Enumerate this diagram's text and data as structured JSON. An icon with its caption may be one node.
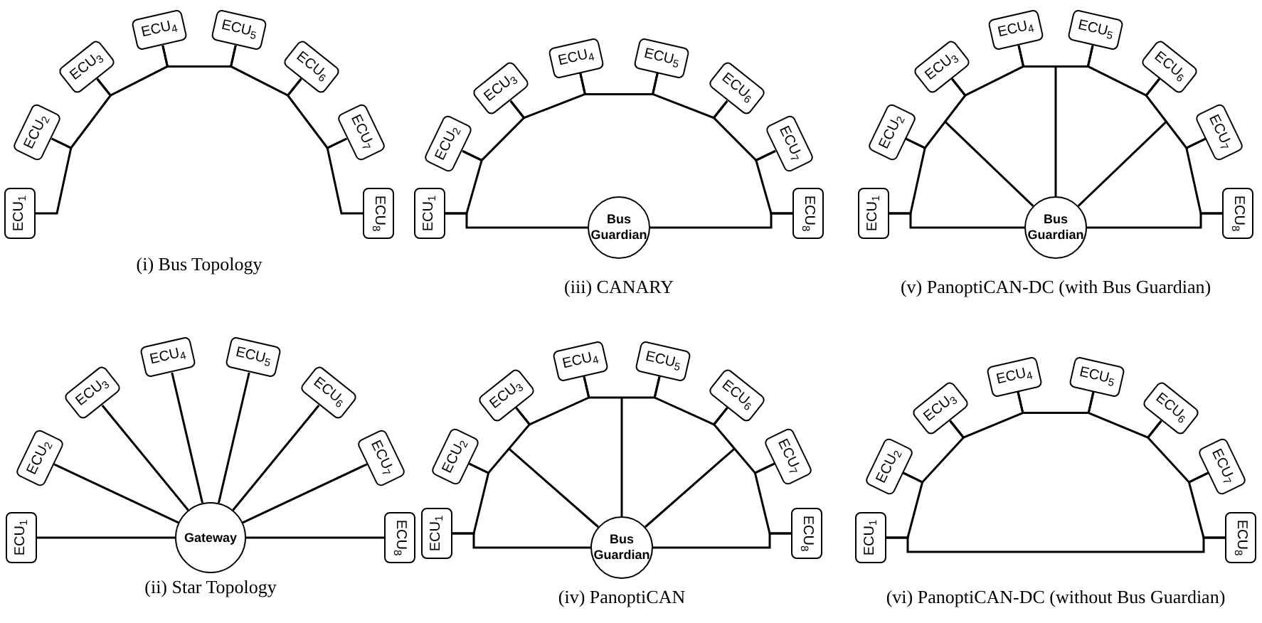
{
  "diagram": {
    "nodes": [
      {
        "text": [
          "ECU$_{1}$"
        ]
      },
      {
        "text": [
          "ECU$_{2}$"
        ]
      },
      {
        "text": [
          "ECU$_{3}$"
        ]
      },
      {
        "text": [
          "ECU$_{4}$"
        ]
      },
      {
        "text": [
          "ECU$_{5}$"
        ]
      },
      {
        "text": [
          "ECU$_{6}$"
        ]
      },
      {
        "text": [
          "ECU$_{7}$"
        ]
      },
      {
        "text": [
          "ECU$_{8}$"
        ]
      },
      {
        "text": [
          "ECU$_{1}$"
        ]
      },
      {
        "text": [
          "ECU$_{2}$"
        ]
      },
      {
        "text": [
          "ECU$_{3}$"
        ]
      },
      {
        "text": [
          "ECU$_{4}$"
        ]
      },
      {
        "text": [
          "ECU$_{5}$"
        ]
      },
      {
        "text": [
          "ECU$_{6}$"
        ]
      },
      {
        "text": [
          "ECU$_{7}$"
        ]
      },
      {
        "text": [
          "ECU$_{8}$"
        ]
      },
      {
        "text": [
          "Bus Guardian"
        ]
      },
      {
        "text": [
          "ECU$_{1}$"
        ]
      },
      {
        "text": [
          "ECU$_{2}$"
        ]
      },
      {
        "text": [
          "ECU$_{3}$"
        ]
      },
      {
        "text": [
          "ECU$_{4}$"
        ]
      },
      {
        "text": [
          "ECU$_{5}$"
        ]
      },
      {
        "text": [
          "ECU$_{6}$"
        ]
      },
      {
        "text": [
          "ECU$_{7}$"
        ]
      },
      {
        "text": [
          "ECU$_{8}$"
        ]
      },
      {
        "text": [
          "Bus Guardian"
        ]
      },
      {
        "text": [
          "ECU$_{1}$"
        ]
      },
      {
        "text": [
          "ECU$_{2}$"
        ]
      },
      {
        "text": [
          "ECU$_{3}$"
        ]
      },
      {
        "text": [
          "ECU$_{4}$"
        ]
      },
      {
        "text": [
          "ECU$_{5}$"
        ]
      },
      {
        "text": [
          "ECU$_{6}$"
        ]
      },
      {
        "text": [
          "ECU$_{7}$"
        ]
      },
      {
        "text": [
          "ECU$_{8}$"
        ]
      },
      {
        "text": [
          "Gateway"
        ]
      },
      {
        "text": [
          "ECU$_{1}$"
        ]
      },
      {
        "text": [
          "ECU$_{2}$"
        ]
      },
      {
        "text": [
          "ECU$_{3}$"
        ]
      },
      {
        "text": [
          "ECU$_{4}$"
        ]
      },
      {
        "text": [
          "ECU$_{5}$"
        ]
      },
      {
        "text": [
          "ECU$_{6}$"
        ]
      },
      {
        "text": [
          "ECU$_{7}$"
        ]
      },
      {
        "text": [
          "ECU$_{8}$"
        ]
      },
      {
        "text": [
          "Bus Guardian"
        ]
      },
      {
        "text": [
          "ECU$_{1}$"
        ]
      },
      {
        "text": [
          "ECU$_{2}$"
        ]
      },
      {
        "text": [
          "ECU$_{3}$"
        ]
      },
      {
        "text": [
          "ECU$_{4}$"
        ]
      },
      {
        "text": [
          "ECU$_{5}$"
        ]
      },
      {
        "text": [
          "ECU$_{6}$"
        ]
      },
      {
        "text": [
          "ECU$_{7}$"
        ]
      },
      {
        "text": [
          "ECU$_{8}$"
        ]
      }
    ],
    "edges": [
      {
        "from": 0,
        "to": 1,
        "arrow": "none"
      },
      {
        "from": 1,
        "to": 2,
        "arrow": "none"
      },
      {
        "from": 2,
        "to": 3,
        "arrow": "none"
      },
      {
        "from": 3,
        "to": 4,
        "arrow": "none"
      },
      {
        "from": 4,
        "to": 5,
        "arrow": "none"
      },
      {
        "from": 5,
        "to": 6,
        "arrow": "none"
      },
      {
        "from": 6,
        "to": 7,
        "arrow": "none"
      },
      {
        "from": 8,
        "to": 9,
        "arrow": "none"
      },
      {
        "from": 9,
        "to": 10,
        "arrow": "none"
      },
      {
        "from": 10,
        "to": 11,
        "arrow": "none"
      },
      {
        "from": 11,
        "to": 12,
        "arrow": "none"
      },
      {
        "from": 12,
        "to": 13,
        "arrow": "none"
      },
      {
        "from": 13,
        "to": 14,
        "arrow": "none"
      },
      {
        "from": 14,
        "to": 15,
        "arrow": "none"
      },
      {
        "from": 8,
        "to": 16,
        "arrow": "none"
      },
      {
        "from": 16,
        "to": 15,
        "arrow": "none"
      },
      {
        "from": 17,
        "to": 18,
        "arrow": "none"
      },
      {
        "from": 18,
        "to": 19,
        "arrow": "none"
      },
      {
        "from": 19,
        "to": 20,
        "arrow": "none"
      },
      {
        "from": 20,
        "to": 21,
        "arrow": "none"
      },
      {
        "from": 21,
        "to": 22,
        "arrow": "none"
      },
      {
        "from": 22,
        "to": 23,
        "arrow": "none"
      },
      {
        "from": 23,
        "to": 24,
        "arrow": "none"
      },
      {
        "from": 17,
        "to": 25,
        "arrow": "none"
      },
      {
        "from": 25,
        "to": 24,
        "arrow": "none"
      },
      {
        "from": 25,
        "to": null,
        "arrow": "none"
      },
      {
        "from": 25,
        "to": null,
        "arrow": "none"
      },
      {
        "from": 25,
        "to": null,
        "arrow": "none"
      },
      {
        "from": 34,
        "to": 26,
        "arrow": "none"
      },
      {
        "from": 34,
        "to": 27,
        "arrow": "none"
      },
      {
        "from": 34,
        "to": 28,
        "arrow": "none"
      },
      {
        "from": 34,
        "to": 29,
        "arrow": "none"
      },
      {
        "from": 34,
        "to": 30,
        "arrow": "none"
      },
      {
        "from": 34,
        "to": 31,
        "arrow": "none"
      },
      {
        "from": 34,
        "to": 32,
        "arrow": "none"
      },
      {
        "from": 34,
        "to": 33,
        "arrow": "none"
      },
      {
        "from": 35,
        "to": 36,
        "arrow": "none"
      },
      {
        "from": 36,
        "to": 37,
        "arrow": "none"
      },
      {
        "from": 37,
        "to": 38,
        "arrow": "none"
      },
      {
        "from": 38,
        "to": 39,
        "arrow": "none"
      },
      {
        "from": 39,
        "to": 40,
        "arrow": "none"
      },
      {
        "from": 40,
        "to": 41,
        "arrow": "none"
      },
      {
        "from": 41,
        "to": 42,
        "arrow": "none"
      },
      {
        "from": 35,
        "to": 43,
        "arrow": "none"
      },
      {
        "from": 43,
        "to": 42,
        "arrow": "none"
      },
      {
        "from": 43,
        "to": null,
        "arrow": "none"
      },
      {
        "from": 43,
        "to": null,
        "arrow": "none"
      },
      {
        "from": 43,
        "to": null,
        "arrow": "none"
      },
      {
        "from": 44,
        "to": 45,
        "arrow": "none"
      },
      {
        "from": 45,
        "to": 46,
        "arrow": "none"
      },
      {
        "from": 46,
        "to": 47,
        "arrow": "none"
      },
      {
        "from": 47,
        "to": 48,
        "arrow": "none"
      },
      {
        "from": 48,
        "to": 49,
        "arrow": "none"
      },
      {
        "from": 49,
        "to": 50,
        "arrow": "none"
      },
      {
        "from": 50,
        "to": 51,
        "arrow": "none"
      },
      {
        "from": 44,
        "to": 51,
        "arrow": "none"
      }
    ],
    "labels": [
      "(i) Bus Topology",
      "(iii) CANARY",
      "(v) PanoptiCAN-DC (with Bus Guardian)",
      "(ii) Star Topology",
      "(iv) PanoptiCAN",
      "(vi) PanoptiCAN-DC (without Bus Guardian)"
    ]
  }
}
